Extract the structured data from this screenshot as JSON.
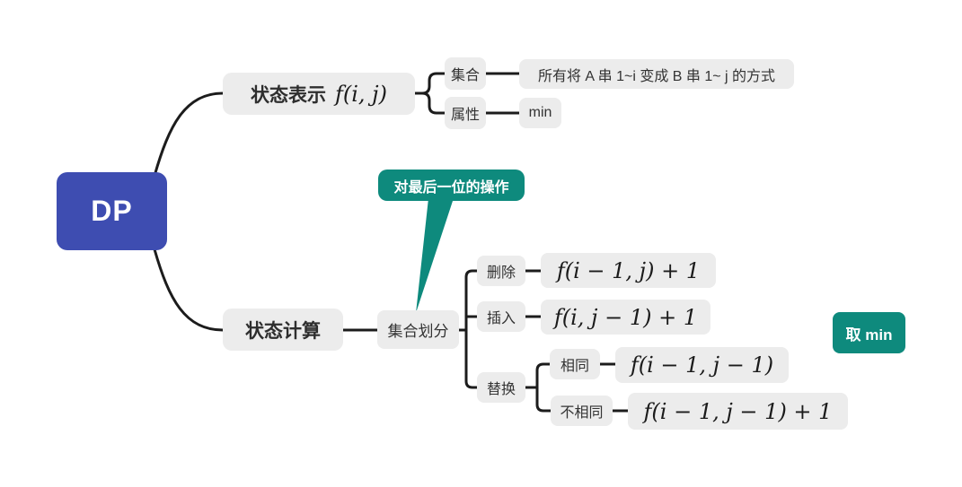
{
  "colors": {
    "root_bg": "#3E4DB1",
    "node_bg": "#ECECEC",
    "accent": "#0E8A7D",
    "line": "#1C1C1C",
    "text": "#333333"
  },
  "root": {
    "label": "DP"
  },
  "state_representation": {
    "label": "状态表示",
    "formula": "f(i, j)",
    "set": {
      "label": "集合",
      "description": "所有将 A 串 1~i 变成 B 串 1~ j 的方式"
    },
    "attribute": {
      "label": "属性",
      "value": "min"
    }
  },
  "state_calculation": {
    "label": "状态计算",
    "callout": {
      "label": "对最后一位的操作"
    },
    "partition": {
      "label": "集合划分"
    },
    "branches": {
      "delete": {
        "label": "删除",
        "formula": "f(i − 1, j) + 1"
      },
      "insert": {
        "label": "插入",
        "formula": "f(i, j − 1) + 1"
      },
      "replace": {
        "label": "替换",
        "same": {
          "label": "相同",
          "formula": "f(i − 1, j − 1)"
        },
        "different": {
          "label": "不相同",
          "formula": "f(i − 1, j − 1) + 1"
        }
      }
    },
    "note": {
      "label": "取 min"
    }
  }
}
